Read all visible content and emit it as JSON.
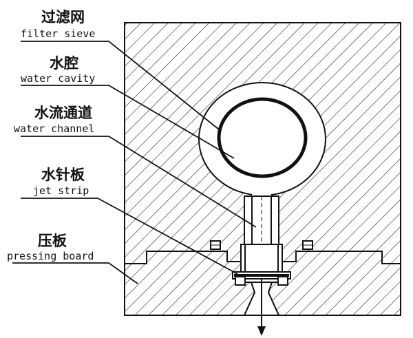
{
  "labels": [
    {
      "zh": "过滤网",
      "en": "filter sieve"
    },
    {
      "zh": "水腔",
      "en": "water cavity"
    },
    {
      "zh": "水流通道",
      "en": "water channel"
    },
    {
      "zh": "水针板",
      "en": "jet strip"
    },
    {
      "zh": "压板",
      "en": "pressing board"
    }
  ],
  "colors": {
    "line": "#111111",
    "background": "#ffffff"
  }
}
